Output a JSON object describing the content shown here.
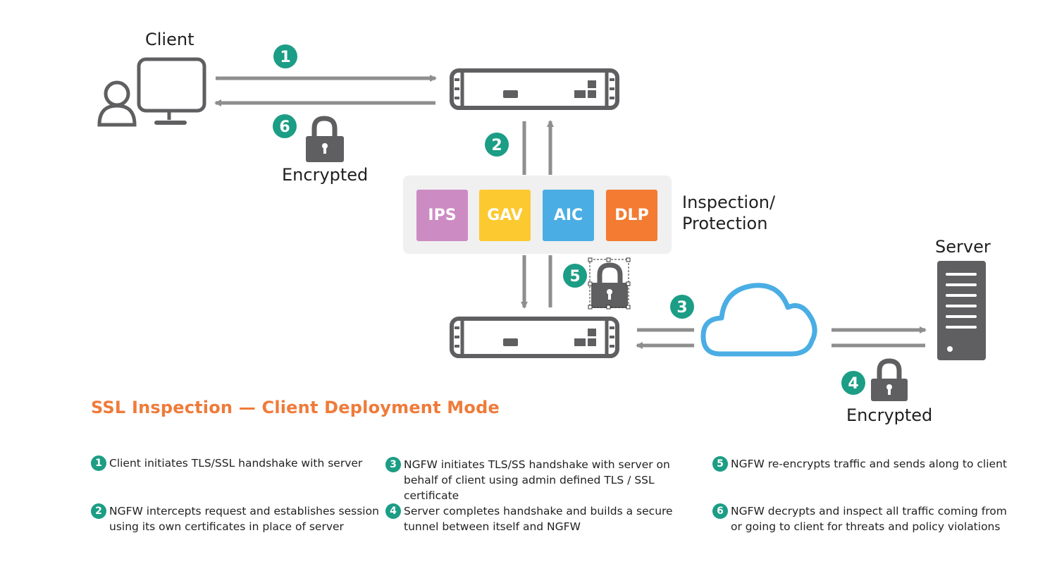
{
  "labels": {
    "client": "Client",
    "server": "Server",
    "encrypted_top": "Encrypted",
    "encrypted_bottom": "Encrypted",
    "inspection_line1": "Inspection/",
    "inspection_line2": "Protection"
  },
  "step_badges": [
    "1",
    "2",
    "3",
    "4",
    "5",
    "6"
  ],
  "modules": [
    {
      "label": "IPS",
      "color": "#cc8bc3"
    },
    {
      "label": "GAV",
      "color": "#fcc930"
    },
    {
      "label": "AIC",
      "color": "#4aaee4"
    },
    {
      "label": "DLP",
      "color": "#f37b32"
    }
  ],
  "colors": {
    "accent_green": "#1c9d85",
    "device_gray": "#5f5f61",
    "cloud_blue": "#4aaee4",
    "title_orange": "#ef7b3a"
  },
  "title": "SSL Inspection — Client Deployment Mode",
  "legend": [
    {
      "num": "1",
      "text": "Client initiates TLS/SSL handshake with server"
    },
    {
      "num": "2",
      "text": "NGFW intercepts request and establishes session using its own certificates in place of server"
    },
    {
      "num": "3",
      "text": "NGFW initiates TLS/SS handshake with server on behalf of client using admin defined TLS / SSL certificate"
    },
    {
      "num": "4",
      "text": "Server completes handshake and builds a secure tunnel between itself and NGFW"
    },
    {
      "num": "5",
      "text": "NGFW re-encrypts traffic and sends along to client"
    },
    {
      "num": "6",
      "text": "NGFW decrypts and inspect all traffic coming from or going to client for threats and policy violations"
    }
  ]
}
